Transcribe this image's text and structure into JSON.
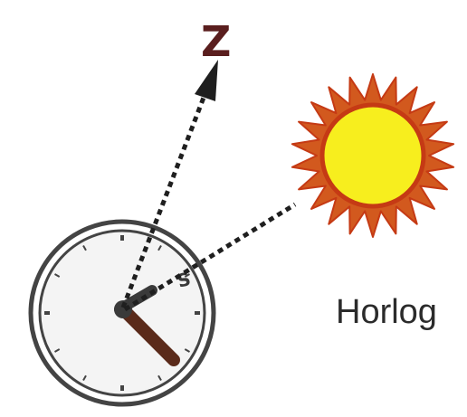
{
  "labels": {
    "north": "Z",
    "caption": "Horlog",
    "clock_numeral": "S"
  },
  "colors": {
    "line": "#1f1f1f",
    "north_label": "#5a1e1e",
    "sun_ray": "#d2591e",
    "sun_ring": "#c53a14",
    "sun_core": "#f7ee1e",
    "clock_ring": "#444444",
    "clock_face": "#f4f4f4",
    "hour_hand": "#3a3a3a",
    "minute_hand": "#5a2a1a"
  },
  "icons": {
    "sun": "sun-icon",
    "clock": "clock-icon",
    "arrow": "north-arrow-icon"
  }
}
